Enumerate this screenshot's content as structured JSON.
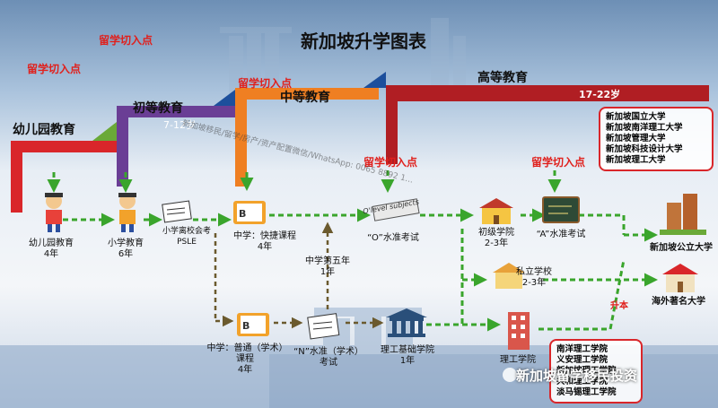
{
  "title": "新加坡升学图表",
  "entry_point": "留学切入点",
  "stages": {
    "kindergarten": "幼儿园教育",
    "primary": "初等教育",
    "primary_age": "7-12岁",
    "secondary": "中等教育",
    "tertiary": "高等教育",
    "tertiary_age": "17-22岁"
  },
  "nodes": {
    "kindergarten": {
      "label": "幼儿园教育",
      "years": "4年"
    },
    "primary": {
      "label": "小学教育",
      "years": "6年"
    },
    "psle": {
      "label": "小学离校会考",
      "sub": "PSLE"
    },
    "express": {
      "label": "中学：快捷课程",
      "years": "4年"
    },
    "o_level": {
      "label": "“O”水准考试",
      "badge": "O'level subjects"
    },
    "junior_college": {
      "label": "初级学院",
      "years": "2-3年"
    },
    "a_level": {
      "label": "“A”水准考试"
    },
    "sec5": {
      "label": "中学第五年",
      "years": "1年"
    },
    "private": {
      "label": "私立学校",
      "years": "2-3年"
    },
    "normal": {
      "label": "中学：普通（学术）课程",
      "years": "4年"
    },
    "n_level": {
      "label": "“N”水准（学术）考试"
    },
    "ite": {
      "label": "理工基础学院",
      "years": "1年"
    },
    "polytechnic": {
      "label": "理工学院"
    },
    "public_univ": {
      "label": "新加坡公立大学"
    },
    "overseas_univ": {
      "label": "海外著名大学"
    },
    "upgrade": "升本"
  },
  "universities": [
    "新加坡国立大学",
    "新加坡南洋理工大学",
    "新加坡管理大学",
    "新加坡科技设计大学",
    "新加坡理工大学"
  ],
  "polytechnics": [
    "南洋理工学院",
    "义安理工学院",
    "新加坡理工学院",
    "共和理工学院",
    "淡马锡理工学院"
  ],
  "watermark": "新加坡移民/留学/房产/资产配置微信/WhatsApp: 0065 8892 1...",
  "brand": "新加坡留学移民投资",
  "colors": {
    "red": "#d9262a",
    "purple": "#6a3e95",
    "orange": "#ef7f22",
    "darkred": "#b01e23",
    "green": "#3aa52c",
    "blue": "#2a54a3"
  }
}
